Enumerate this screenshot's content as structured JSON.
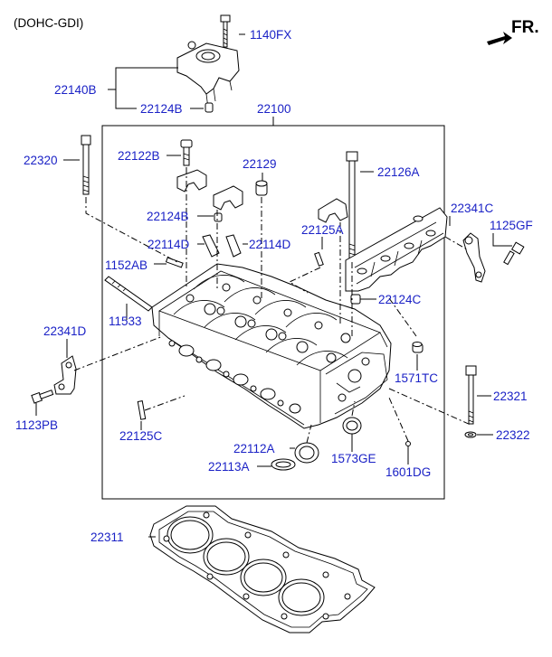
{
  "header": {
    "variant": "(DOHC-GDI)",
    "direction": "FR."
  },
  "labels": {
    "p1140FX": "1140FX",
    "p22140B": "22140B",
    "p22124B_top": "22124B",
    "p22100": "22100",
    "p22320": "22320",
    "p22122B": "22122B",
    "p22129": "22129",
    "p22126A": "22126A",
    "p22341C": "22341C",
    "p1125GF": "1125GF",
    "p22124B_mid": "22124B",
    "p22125A": "22125A",
    "p22114D_left": "22114D",
    "p22114D_right": "22114D",
    "p1152AB": "1152AB",
    "p22124C": "22124C",
    "p11533": "11533",
    "p22341D": "22341D",
    "p1571TC": "1571TC",
    "p22321": "22321",
    "p1123PB": "1123PB",
    "p22125C": "22125C",
    "p22322": "22322",
    "p22112A": "22112A",
    "p1573GE": "1573GE",
    "p22113A": "22113A",
    "p1601DG": "1601DG",
    "p22311": "22311"
  },
  "colors": {
    "label": "#1b22c6",
    "line": "#000000",
    "background": "#ffffff"
  }
}
